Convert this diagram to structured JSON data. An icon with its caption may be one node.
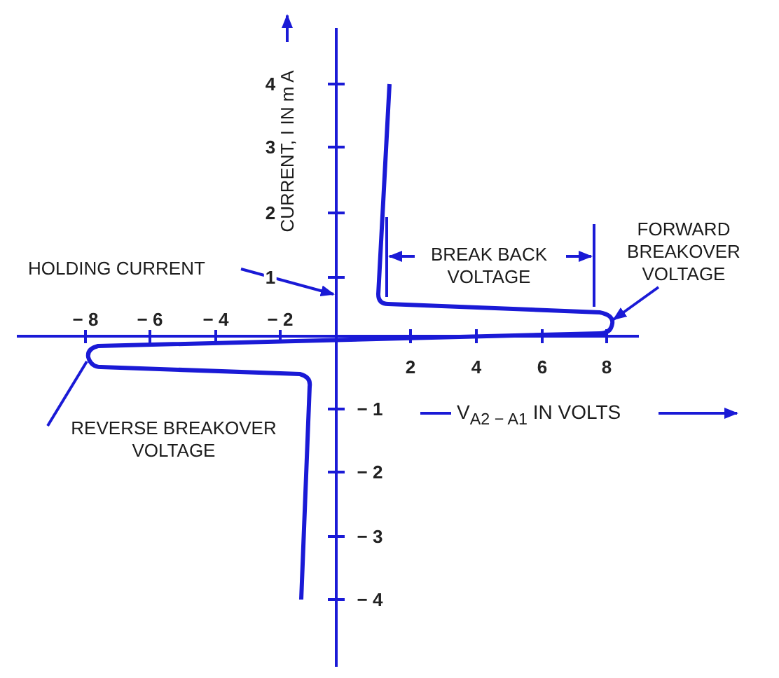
{
  "diagram": {
    "nodes": [
      {
        "text": [
          "HOLDING CURRENT"
        ]
      },
      {
        "text": [
          "FORWARD BREAKOVER VOLTAGE"
        ]
      },
      {
        "text": [
          "REVERSE BREAKOVER VOLTAGE"
        ]
      }
    ],
    "edges": [
      {
        "from": 0,
        "to": null,
        "arrow": "to"
      },
      {
        "from": 1,
        "to": null,
        "arrow": "to"
      },
      {
        "from": 2,
        "to": null,
        "arrow": "none"
      }
    ],
    "labels": [
      "CURRENT, I IN m A",
      "4",
      "3",
      "2",
      "1",
      "BREAK BACK VOLTAGE",
      "− 8",
      "− 6",
      "− 4",
      "− 2",
      "2",
      "4",
      "6",
      "8",
      "− 1",
      "V$_{A2 − A1}$ IN VOLTS",
      "− 2",
      "− 3",
      "− 4"
    ]
  }
}
